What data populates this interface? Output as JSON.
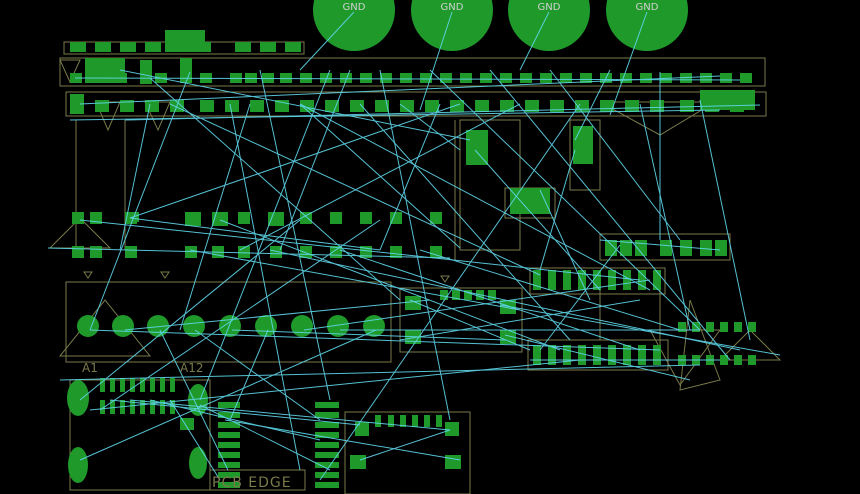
{
  "view": {
    "background": "#000000",
    "copper_color": "#1f9a2a",
    "silk_color": "#7a7a4a",
    "ratsnest_color": "#5fd6ea",
    "label_color": "#cfcfcf"
  },
  "gnd_pads": [
    {
      "label": "GND"
    },
    {
      "label": "GND"
    },
    {
      "label": "GND"
    },
    {
      "label": "GND"
    }
  ],
  "labels": {
    "a1": "A1",
    "a12": "A12",
    "pcb_edge": "PCB EDGE"
  }
}
